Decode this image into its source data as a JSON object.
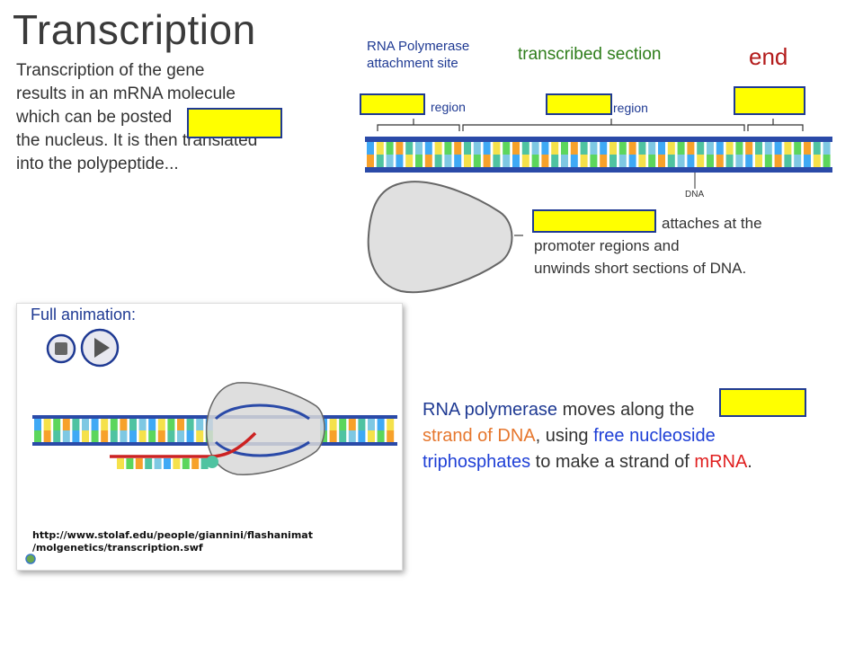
{
  "title": "Transcription",
  "intro": {
    "line1": "Transcription of the gene",
    "line2": "results in an mRNA molecule",
    "line3a": "which can be posted",
    "line4": "the nucleus. It is then translated",
    "line5": "into the polypeptide..."
  },
  "diagram": {
    "polymerase_site_line1": "RNA Polymerase",
    "polymerase_site_line2": "attachment site",
    "transcribed_section": "transcribed section",
    "end_label": "end",
    "region_label_1": "region",
    "region_label_2": "region",
    "dna_label": "DNA",
    "poly_text_line1": "attaches at the",
    "poly_text_line2": "promoter regions and",
    "poly_text_line3": "unwinds short sections of DNA."
  },
  "animation": {
    "title": "Full animation:",
    "url_line1": "http://www.stolaf.edu/people/giannini/flashanimat",
    "url_line2": "/molgenetics/transcription.swf"
  },
  "movement": {
    "part1": "RNA polymerase",
    "part2": " moves along the",
    "part3": "strand of DNA",
    "part4": ", using ",
    "part5": "free nucleoside",
    "part6": "triphosphates",
    "part7": " to make a strand of ",
    "part8": "mRNA",
    "part9": "."
  },
  "colors": {
    "blank_fill": "#ffff00",
    "blank_border": "#1f3a93",
    "title_text": "#3a3a3a",
    "navy": "#1f3a93",
    "green": "#2e7d1b",
    "red": "#b31b1b",
    "orange": "#e6772e"
  }
}
